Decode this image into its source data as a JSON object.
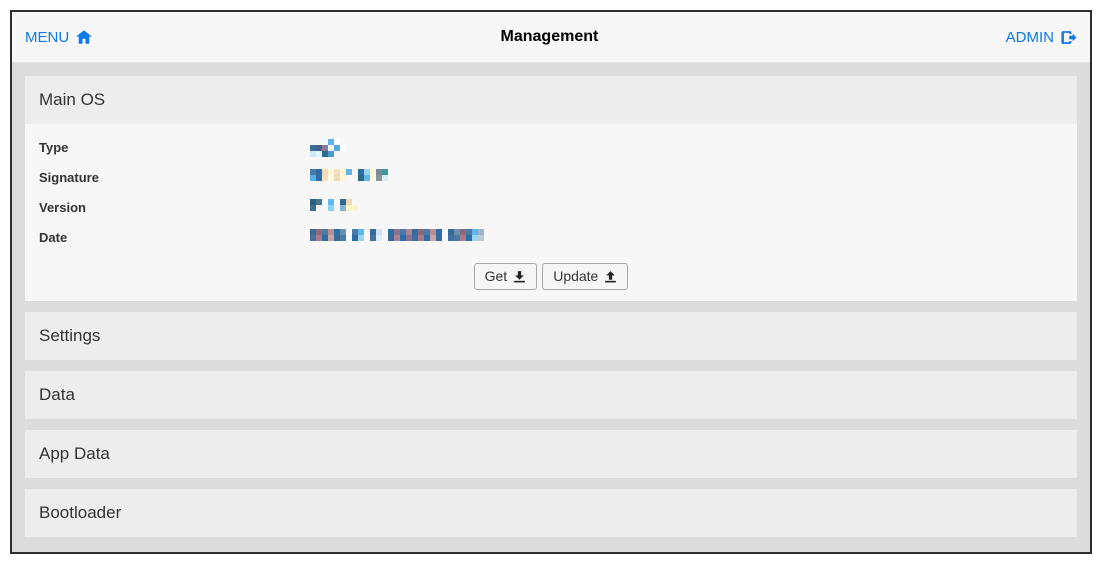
{
  "header": {
    "menu_label": "MENU",
    "title": "Management",
    "admin_label": "ADMIN"
  },
  "main_os": {
    "title": "Main OS",
    "fields": [
      {
        "label": "Type",
        "value_state": "redacted",
        "blocks": [
          [
            "",
            "",
            "",
            "#5fb5e8",
            "#ffffff",
            ""
          ],
          [
            "#3a6e99",
            "#40628c",
            "#8c7a96",
            "",
            "#54a8dc",
            "#ffffff"
          ],
          [
            "#cfe9f5",
            "#dbf5fb",
            "#2e6b8d",
            "#4c9ccb",
            "",
            ""
          ]
        ]
      },
      {
        "label": "Signature",
        "value_state": "redacted",
        "blocks": [
          [
            "#4a7ba6",
            "#2d6da8",
            "#f2d9b8",
            "#faf6d2",
            "#f5dcc0",
            "#faf6d2",
            "#5fb4e8",
            "",
            "#2d6da8",
            "#9ad4f0",
            "#faf6d2",
            "#7a8a96",
            "#3a9aa0"
          ],
          [
            "#55b0e8",
            "#2d6da8",
            "#f5dcc0",
            "#fdfbe0",
            "#f2d9b8",
            "#fdf7d8",
            "",
            "",
            "#2f6886",
            "#5fb4e8",
            "#fdfbe0",
            "#8a949c",
            "#d8f0f4"
          ]
        ]
      },
      {
        "label": "Version",
        "value_state": "redacted",
        "blocks": [
          [
            "#2e5f86",
            "#46788e",
            "",
            "#63b9ed",
            "",
            "#31688e",
            "#f2d8b4",
            ""
          ],
          [
            "#3c6e90",
            "",
            "",
            "#88d0f4",
            "",
            "#84b4cc",
            "#fdf4cc",
            "#fdf4cc"
          ]
        ]
      },
      {
        "label": "Date",
        "value_state": "redacted",
        "blocks": [
          [
            "#3a6a9a",
            "#8a6a7a",
            "#4a7ba6",
            "#b89090",
            "#2d6da8",
            "#6a90b0",
            "",
            "#4a7ba6",
            "#5fb4e8",
            "",
            "#3a6a9a",
            "#cfe4f0",
            "",
            "#2d6da8",
            "#8a7290",
            "#4a7ba6",
            "#a88494",
            "#3a6a9a",
            "#8a6a7a",
            "#4a7ba6",
            "#b89090",
            "#2d6da8",
            "",
            "#3a6a9a",
            "#6a90b0",
            "#8a6a7a",
            "#4a7ba6",
            "#5fb4e8",
            "#9ab4c8"
          ],
          [
            "#456f9c",
            "#a87a8a",
            "#2d6da8",
            "#c4a4a4",
            "#3a6a9a",
            "#4a7ba6",
            "",
            "#2d6da8",
            "#9ad4f0",
            "",
            "#456f9c",
            "#ddeef6",
            "",
            "#3a6a9a",
            "#a88494",
            "#2d6da8",
            "#8a7290",
            "#456f9c",
            "#a87a8a",
            "#2d6da8",
            "#c4a4a4",
            "#3a6a9a",
            "",
            "#456f9c",
            "#4a7ba6",
            "#a87a8a",
            "#2d6da8",
            "#9ad4f0",
            "#b8ccd8"
          ]
        ]
      }
    ],
    "get_button_label": "Get",
    "update_button_label": "Update"
  },
  "sections": [
    {
      "title": "Settings"
    },
    {
      "title": "Data"
    },
    {
      "title": "App Data"
    },
    {
      "title": "Bootloader"
    }
  ],
  "icons": {
    "menu": "home-icon",
    "admin": "logout-icon",
    "get": "download-icon",
    "update": "upload-icon"
  },
  "colors": {
    "link_blue": "#0d7ae8",
    "frame_border": "#2e2e2e",
    "page_background": "#dcdcdc",
    "panel_header": "#ededed",
    "panel_body": "#f7f7f7",
    "topbar": "#f7f7f7"
  }
}
